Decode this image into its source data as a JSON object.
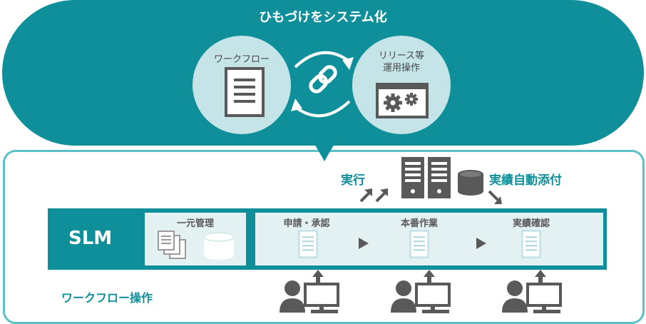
{
  "bubble": {
    "title": "ひもづけをシステム化",
    "left_circle_label": "ワークフロー",
    "right_circle_label_line1": "リリース等",
    "right_circle_label_line2": "運用操作"
  },
  "top_flow": {
    "execute_label": "実行",
    "auto_attach_label": "実績自動添付"
  },
  "slm_bar": {
    "title": "SLM",
    "central_management": "一元管理",
    "step1": "申請・承認",
    "step2": "本番作業",
    "step3": "実績確認"
  },
  "bottom": {
    "workflow_operation": "ワークフロー操作"
  },
  "colors": {
    "teal": "#0e8f9a",
    "light_teal": "#c5e4e8",
    "panel_bg": "#e3f1f3",
    "border": "#5cc0c6",
    "gray": "#595959"
  }
}
